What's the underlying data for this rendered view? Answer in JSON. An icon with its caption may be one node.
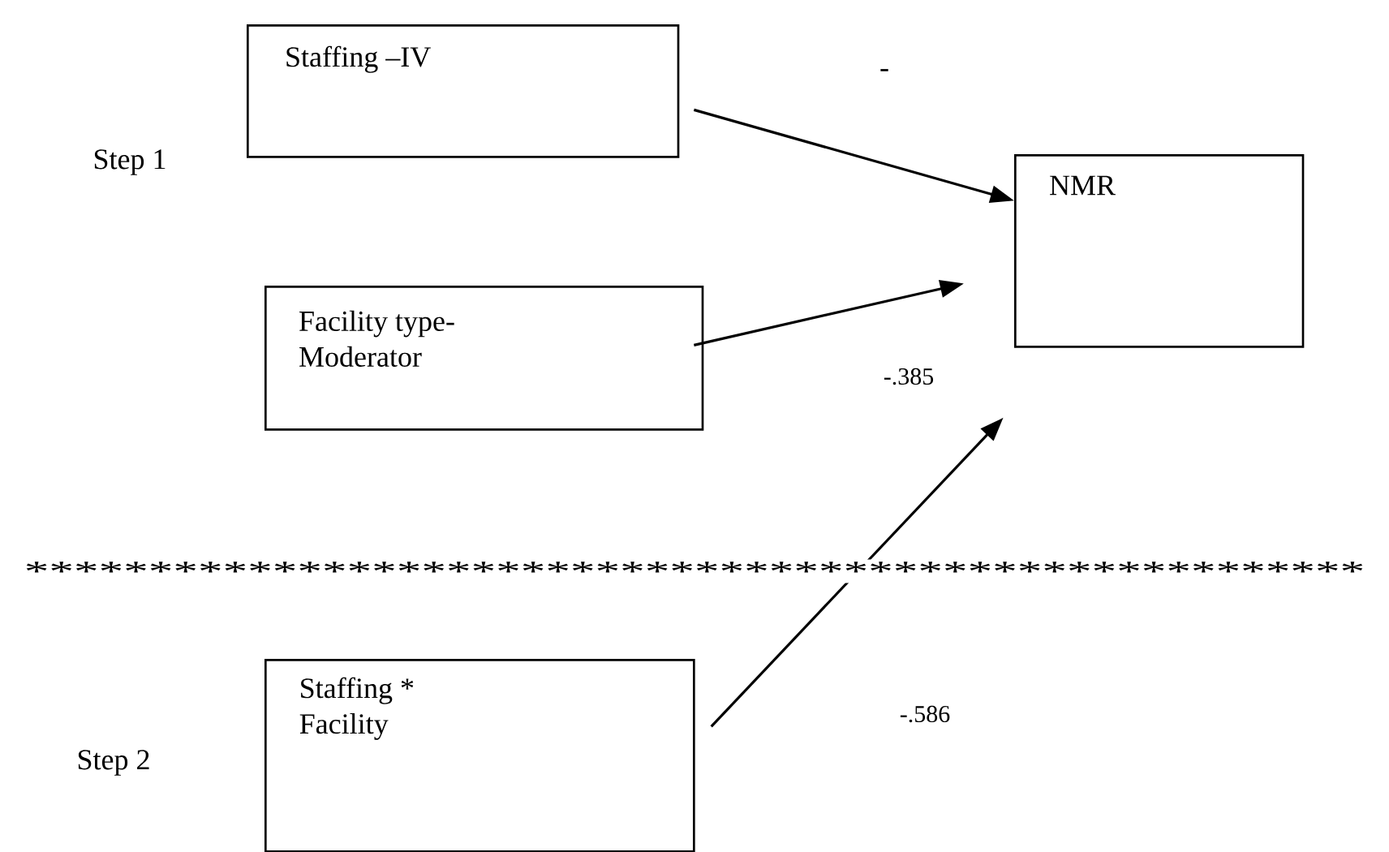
{
  "diagram": {
    "nodes": [
      {
        "text": [
          "Staffing –IV"
        ]
      },
      {
        "text": [
          "NMR"
        ]
      },
      {
        "text": [
          "Facility type- Moderator"
        ]
      },
      {
        "text": [
          "Staffing * Facility"
        ]
      }
    ],
    "edges": [
      {
        "from": 0,
        "to": 1,
        "arrow": "to"
      },
      {
        "from": 2,
        "to": 1,
        "arrow": "to"
      },
      {
        "from": 3,
        "to": 1,
        "arrow": "to"
      }
    ],
    "labels": [
      "-",
      "Step 1",
      "-.385",
      "******************************************************",
      "Step 2",
      "-.586"
    ]
  }
}
